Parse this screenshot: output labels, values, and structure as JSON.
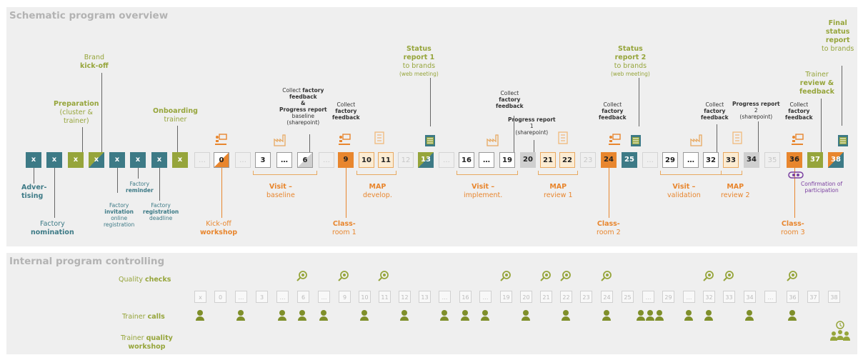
{
  "panel1_title": "Schematic program overview",
  "panel2_title": "Internal program controlling",
  "colors": {
    "olive": "#96a53b",
    "teal": "#3d7a86",
    "orange": "#e8862e",
    "purple": "#7a3fa0",
    "light": "#fcecd3",
    "grey": "#cfcfcf"
  },
  "labels": {
    "brand_kickoff_1": "Brand",
    "brand_kickoff_2": "kick-off",
    "prep_1": "Preparation",
    "prep_2": "(cluster &",
    "prep_3": "trainer)",
    "onboarding_1": "Onboarding",
    "onboarding_2": "trainer",
    "collect_factory_1": "Collect",
    "collect_factory_2": "factory",
    "collect_factory_3": "feedback",
    "collect_feedback_amp": "&",
    "progress_report": "Progress report",
    "baseline_word": "baseline",
    "sharepoint": "(sharepoint)",
    "status1_1": "Status",
    "status1_2": "report 1",
    "status_to_brands": "to brands",
    "web_meeting": "(web meeting)",
    "progress1_1": "Progress report",
    "progress1_2": "1",
    "status2_1": "Status",
    "status2_2": "report 2",
    "progress2_1": "Progress report",
    "progress2_2": "2",
    "final_1": "Final",
    "final_2": "status",
    "final_3": "report",
    "final_4": "to brands",
    "trainer_review_1": "Trainer",
    "trainer_review_2": "review &",
    "trainer_review_3": "feedback",
    "advertising_1": "Adver-",
    "advertising_2": "tising",
    "factory_nom_1": "Factory",
    "factory_nom_2": "nomination",
    "factory_inv_1": "Factory",
    "factory_inv_2": "invitation",
    "factory_inv_3": "online",
    "factory_inv_4": "registration",
    "factory_rem_1": "Factory",
    "factory_rem_2": "reminder",
    "factory_reg_1": "Factory",
    "factory_reg_2": "registration",
    "factory_reg_3": "deadline",
    "kickoff_ws_1": "Kick-off",
    "kickoff_ws_2": "workshop",
    "visit_baseline_1": "Visit –",
    "visit_baseline_2": "baseline",
    "classroom1_1": "Class-",
    "classroom1_2": "room 1",
    "map_dev_1": "MAP",
    "map_dev_2": "develop.",
    "visit_impl_1": "Visit –",
    "visit_impl_2": "implement.",
    "map_rev1_1": "MAP",
    "map_rev1_2": "review 1",
    "classroom2_1": "Class-",
    "classroom2_2": "room 2",
    "visit_val_1": "Visit –",
    "visit_val_2": "validation",
    "map_rev2_1": "MAP",
    "map_rev2_2": "review 2",
    "confirm_1": "Confirmation of",
    "confirm_2": "participation",
    "classroom3_1": "Class-",
    "classroom3_2": "room 3",
    "quality_checks_1": "Quality ",
    "quality_checks_2": "checks",
    "trainer_calls_1": "Trainer ",
    "trainer_calls_2": "calls",
    "trainer_qw_1": "Trainer ",
    "trainer_qw_2": "quality",
    "trainer_qw_3": "workshop"
  },
  "timeline": [
    "x",
    "x",
    "x",
    "x",
    "x",
    "x",
    "x",
    "x",
    "…",
    "0",
    "…",
    "3",
    "…",
    "6",
    "…",
    "9",
    "10",
    "11",
    "12",
    "13",
    "…",
    "16",
    "…",
    "19",
    "20",
    "21",
    "22",
    "23",
    "24",
    "25",
    "…",
    "29",
    "…",
    "32",
    "33",
    "34",
    "35",
    "36",
    "37",
    "38"
  ],
  "controlling_timeline": [
    "x",
    "0",
    "…",
    "3",
    "…",
    "6",
    "…",
    "9",
    "10",
    "11",
    "12",
    "13",
    "…",
    "16",
    "…",
    "19",
    "20",
    "21",
    "22",
    "23",
    "24",
    "25",
    "…",
    "29",
    "…",
    "32",
    "33",
    "34",
    "…",
    "36",
    "37",
    "38"
  ]
}
